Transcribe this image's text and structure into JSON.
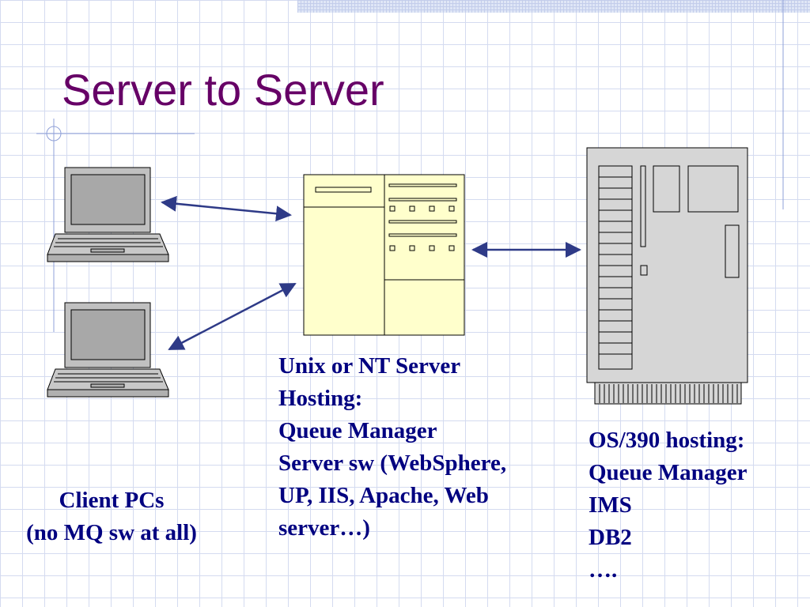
{
  "slide": {
    "title": "Server to Server"
  },
  "client_caption": {
    "lines": [
      "Client PCs",
      "(no MQ sw at all)"
    ]
  },
  "unix_caption": {
    "lines": [
      "Unix or NT Server",
      "Hosting:",
      "Queue Manager",
      "Server sw (WebSphere,",
      "UP, IIS, Apache, Web",
      "server…)"
    ]
  },
  "os390_caption": {
    "lines": [
      "OS/390 hosting:",
      "Queue Manager",
      "IMS",
      "DB2",
      "…."
    ]
  },
  "colors": {
    "title": "#660066",
    "caption_text": "#000080",
    "arrow": "#2e3a87",
    "server_fill": "#ffffcc",
    "mainframe_fill": "#d6d6d6",
    "laptop_fill": "#c0c0c0",
    "grid_line": "#d4dbf0"
  },
  "icons": [
    "laptop-icon",
    "laptop-icon",
    "unix-server-icon",
    "mainframe-icon"
  ]
}
